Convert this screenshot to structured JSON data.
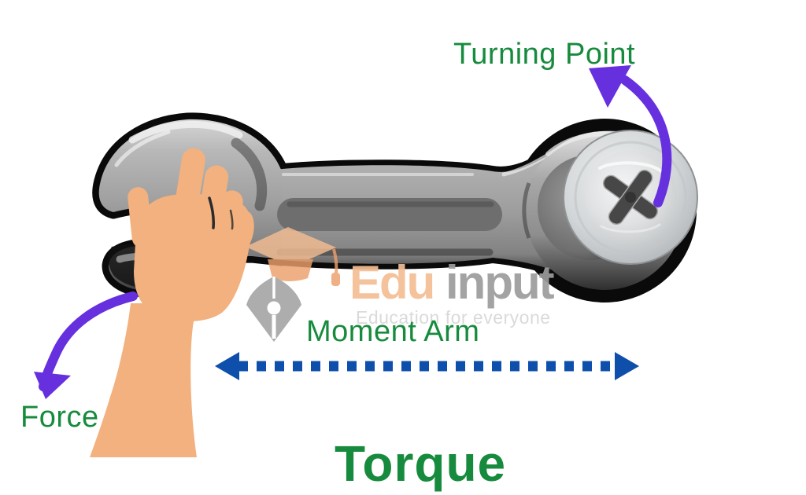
{
  "diagram": {
    "title": "Torque",
    "labels": {
      "turning_point": "Turning Point",
      "moment_arm": "Moment Arm",
      "force": "Force"
    },
    "watermark": {
      "brand_edu": "Edu",
      "brand_input": "input",
      "tagline": "Education for everyone"
    },
    "colors": {
      "label_green": "#178B3D",
      "arrow_purple": "#6630DE",
      "arrow_blue": "#0E4FAC",
      "skin": "#F2B17E",
      "wrench_gray": "#9E9E9E",
      "outline_black": "#0A0A0A",
      "watermark_orange": "#F4BD93",
      "watermark_gray": "#9C9C9C"
    },
    "icons": {
      "turning_point_arrow": "curved-arrow-counterclockwise",
      "force_arrow": "curved-arrow-downward",
      "moment_arm_arrow": "double-headed-dotted-arrow",
      "watermark_logo": "graduation-cap-and-pen-nib"
    }
  }
}
